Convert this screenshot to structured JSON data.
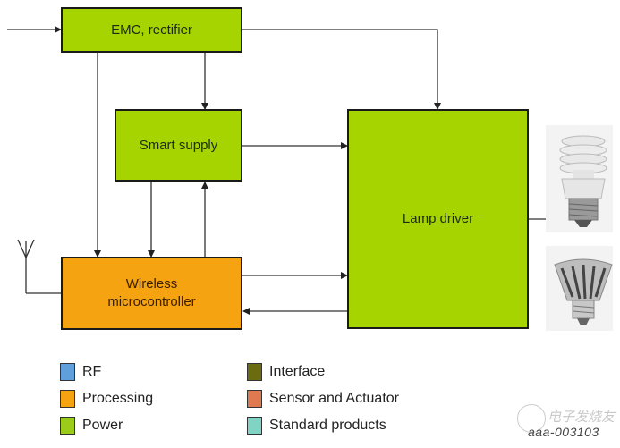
{
  "blocks": {
    "emc": {
      "label": "EMC, rectifier",
      "category": "Power"
    },
    "smart_supply": {
      "label": "Smart supply",
      "category": "Power"
    },
    "wireless": {
      "label_line1": "Wireless",
      "label_line2": "microcontroller",
      "category": "Processing"
    },
    "lamp_driver": {
      "label": "Lamp driver",
      "category": "Power"
    }
  },
  "outputs": {
    "lamp_1": "cfl-bulb-icon",
    "lamp_2": "led-bulb-icon"
  },
  "antenna": "antenna-icon",
  "legend": [
    {
      "label": "RF",
      "color": "#5fa0dc"
    },
    {
      "label": "Processing",
      "color": "#f5a310"
    },
    {
      "label": "Power",
      "color": "#9ccc1a"
    },
    {
      "label": "Interface",
      "color": "#6b6b10"
    },
    {
      "label": "Sensor and Actuator",
      "color": "#e07850"
    },
    {
      "label": "Standard products",
      "color": "#80d4c4"
    }
  ],
  "colors": {
    "power": "#a6d400",
    "processing": "#f5a310",
    "line": "#333333"
  },
  "figure_id": "aaa-003103",
  "watermark_text": "电子发烧友"
}
